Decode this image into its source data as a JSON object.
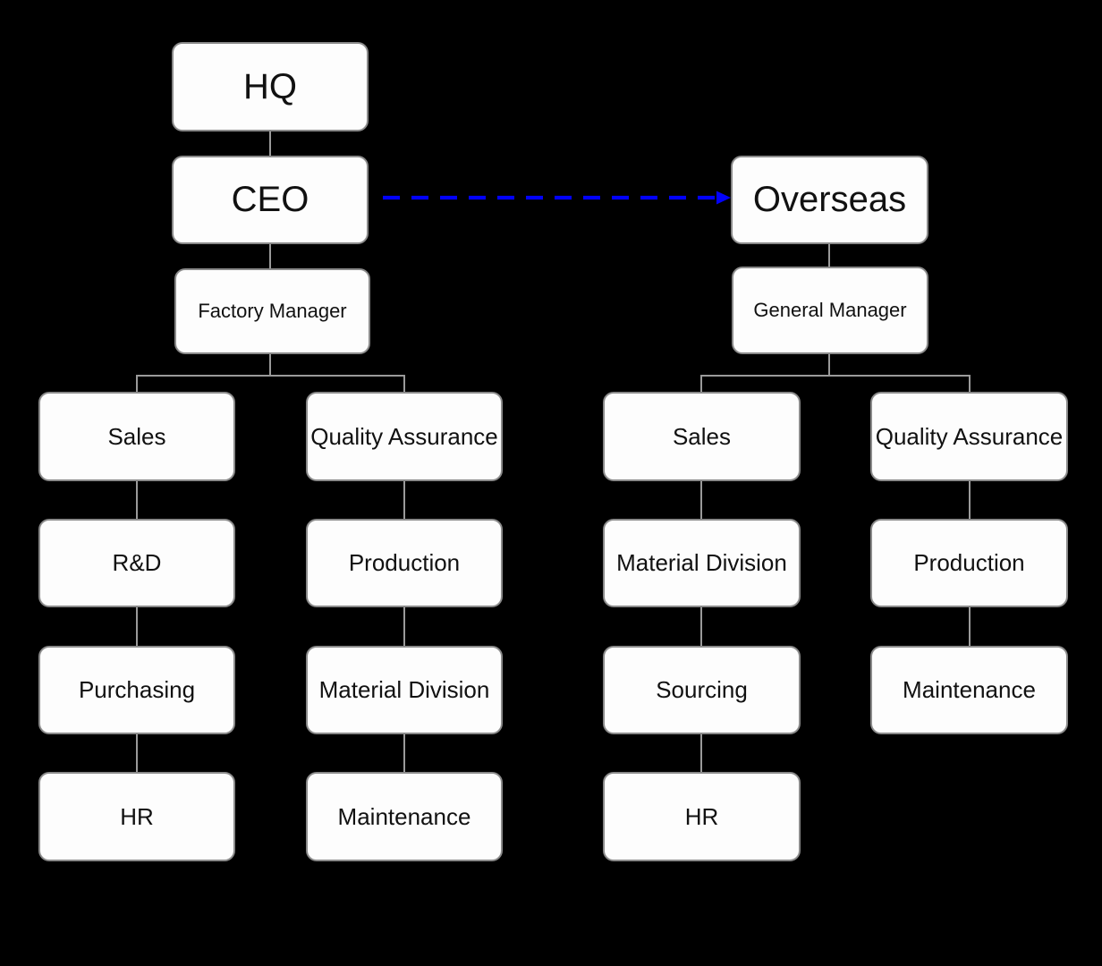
{
  "diagram": {
    "type": "org-chart",
    "background": "#000000",
    "colors": {
      "box_fill": "#fdfdfd",
      "box_border": "#8a8a8a",
      "box_text": "#111111",
      "connector": "#9a9a9a",
      "relation_arrow": "#0202fa"
    },
    "nodes": {
      "hq": {
        "label": "HQ"
      },
      "ceo": {
        "label": "CEO"
      },
      "factory_manager": {
        "label": "Factory Manager"
      },
      "overseas": {
        "label": "Overseas"
      },
      "general_manager": {
        "label": "General Manager"
      },
      "hq_sales": {
        "label": "Sales"
      },
      "hq_qa": {
        "label": "Quality Assurance"
      },
      "hq_rnd": {
        "label": "R&D"
      },
      "hq_production": {
        "label": "Production"
      },
      "hq_purchasing": {
        "label": "Purchasing"
      },
      "hq_material_division": {
        "label": "Material Division"
      },
      "hq_hr": {
        "label": "HR"
      },
      "hq_maintenance": {
        "label": "Maintenance"
      },
      "ovs_sales": {
        "label": "Sales"
      },
      "ovs_qa": {
        "label": "Quality Assurance"
      },
      "ovs_material_division": {
        "label": "Material Division"
      },
      "ovs_production": {
        "label": "Production"
      },
      "ovs_sourcing": {
        "label": "Sourcing"
      },
      "ovs_maintenance": {
        "label": "Maintenance"
      },
      "ovs_hr": {
        "label": "HR"
      }
    },
    "edges": [
      {
        "from": "hq",
        "to": "ceo",
        "style": "solid"
      },
      {
        "from": "ceo",
        "to": "factory_manager",
        "style": "solid"
      },
      {
        "from": "ceo",
        "to": "overseas",
        "style": "dashed-arrow"
      },
      {
        "from": "overseas",
        "to": "general_manager",
        "style": "solid"
      },
      {
        "from": "factory_manager",
        "to": "hq_sales",
        "style": "solid"
      },
      {
        "from": "factory_manager",
        "to": "hq_qa",
        "style": "solid"
      },
      {
        "from": "hq_sales",
        "to": "hq_rnd",
        "style": "solid"
      },
      {
        "from": "hq_rnd",
        "to": "hq_purchasing",
        "style": "solid"
      },
      {
        "from": "hq_purchasing",
        "to": "hq_hr",
        "style": "solid"
      },
      {
        "from": "hq_qa",
        "to": "hq_production",
        "style": "solid"
      },
      {
        "from": "hq_production",
        "to": "hq_material_division",
        "style": "solid"
      },
      {
        "from": "hq_material_division",
        "to": "hq_maintenance",
        "style": "solid"
      },
      {
        "from": "general_manager",
        "to": "ovs_sales",
        "style": "solid"
      },
      {
        "from": "general_manager",
        "to": "ovs_qa",
        "style": "solid"
      },
      {
        "from": "ovs_sales",
        "to": "ovs_material_division",
        "style": "solid"
      },
      {
        "from": "ovs_material_division",
        "to": "ovs_sourcing",
        "style": "solid"
      },
      {
        "from": "ovs_sourcing",
        "to": "ovs_hr",
        "style": "solid"
      },
      {
        "from": "ovs_qa",
        "to": "ovs_production",
        "style": "solid"
      },
      {
        "from": "ovs_production",
        "to": "ovs_maintenance",
        "style": "solid"
      }
    ]
  }
}
